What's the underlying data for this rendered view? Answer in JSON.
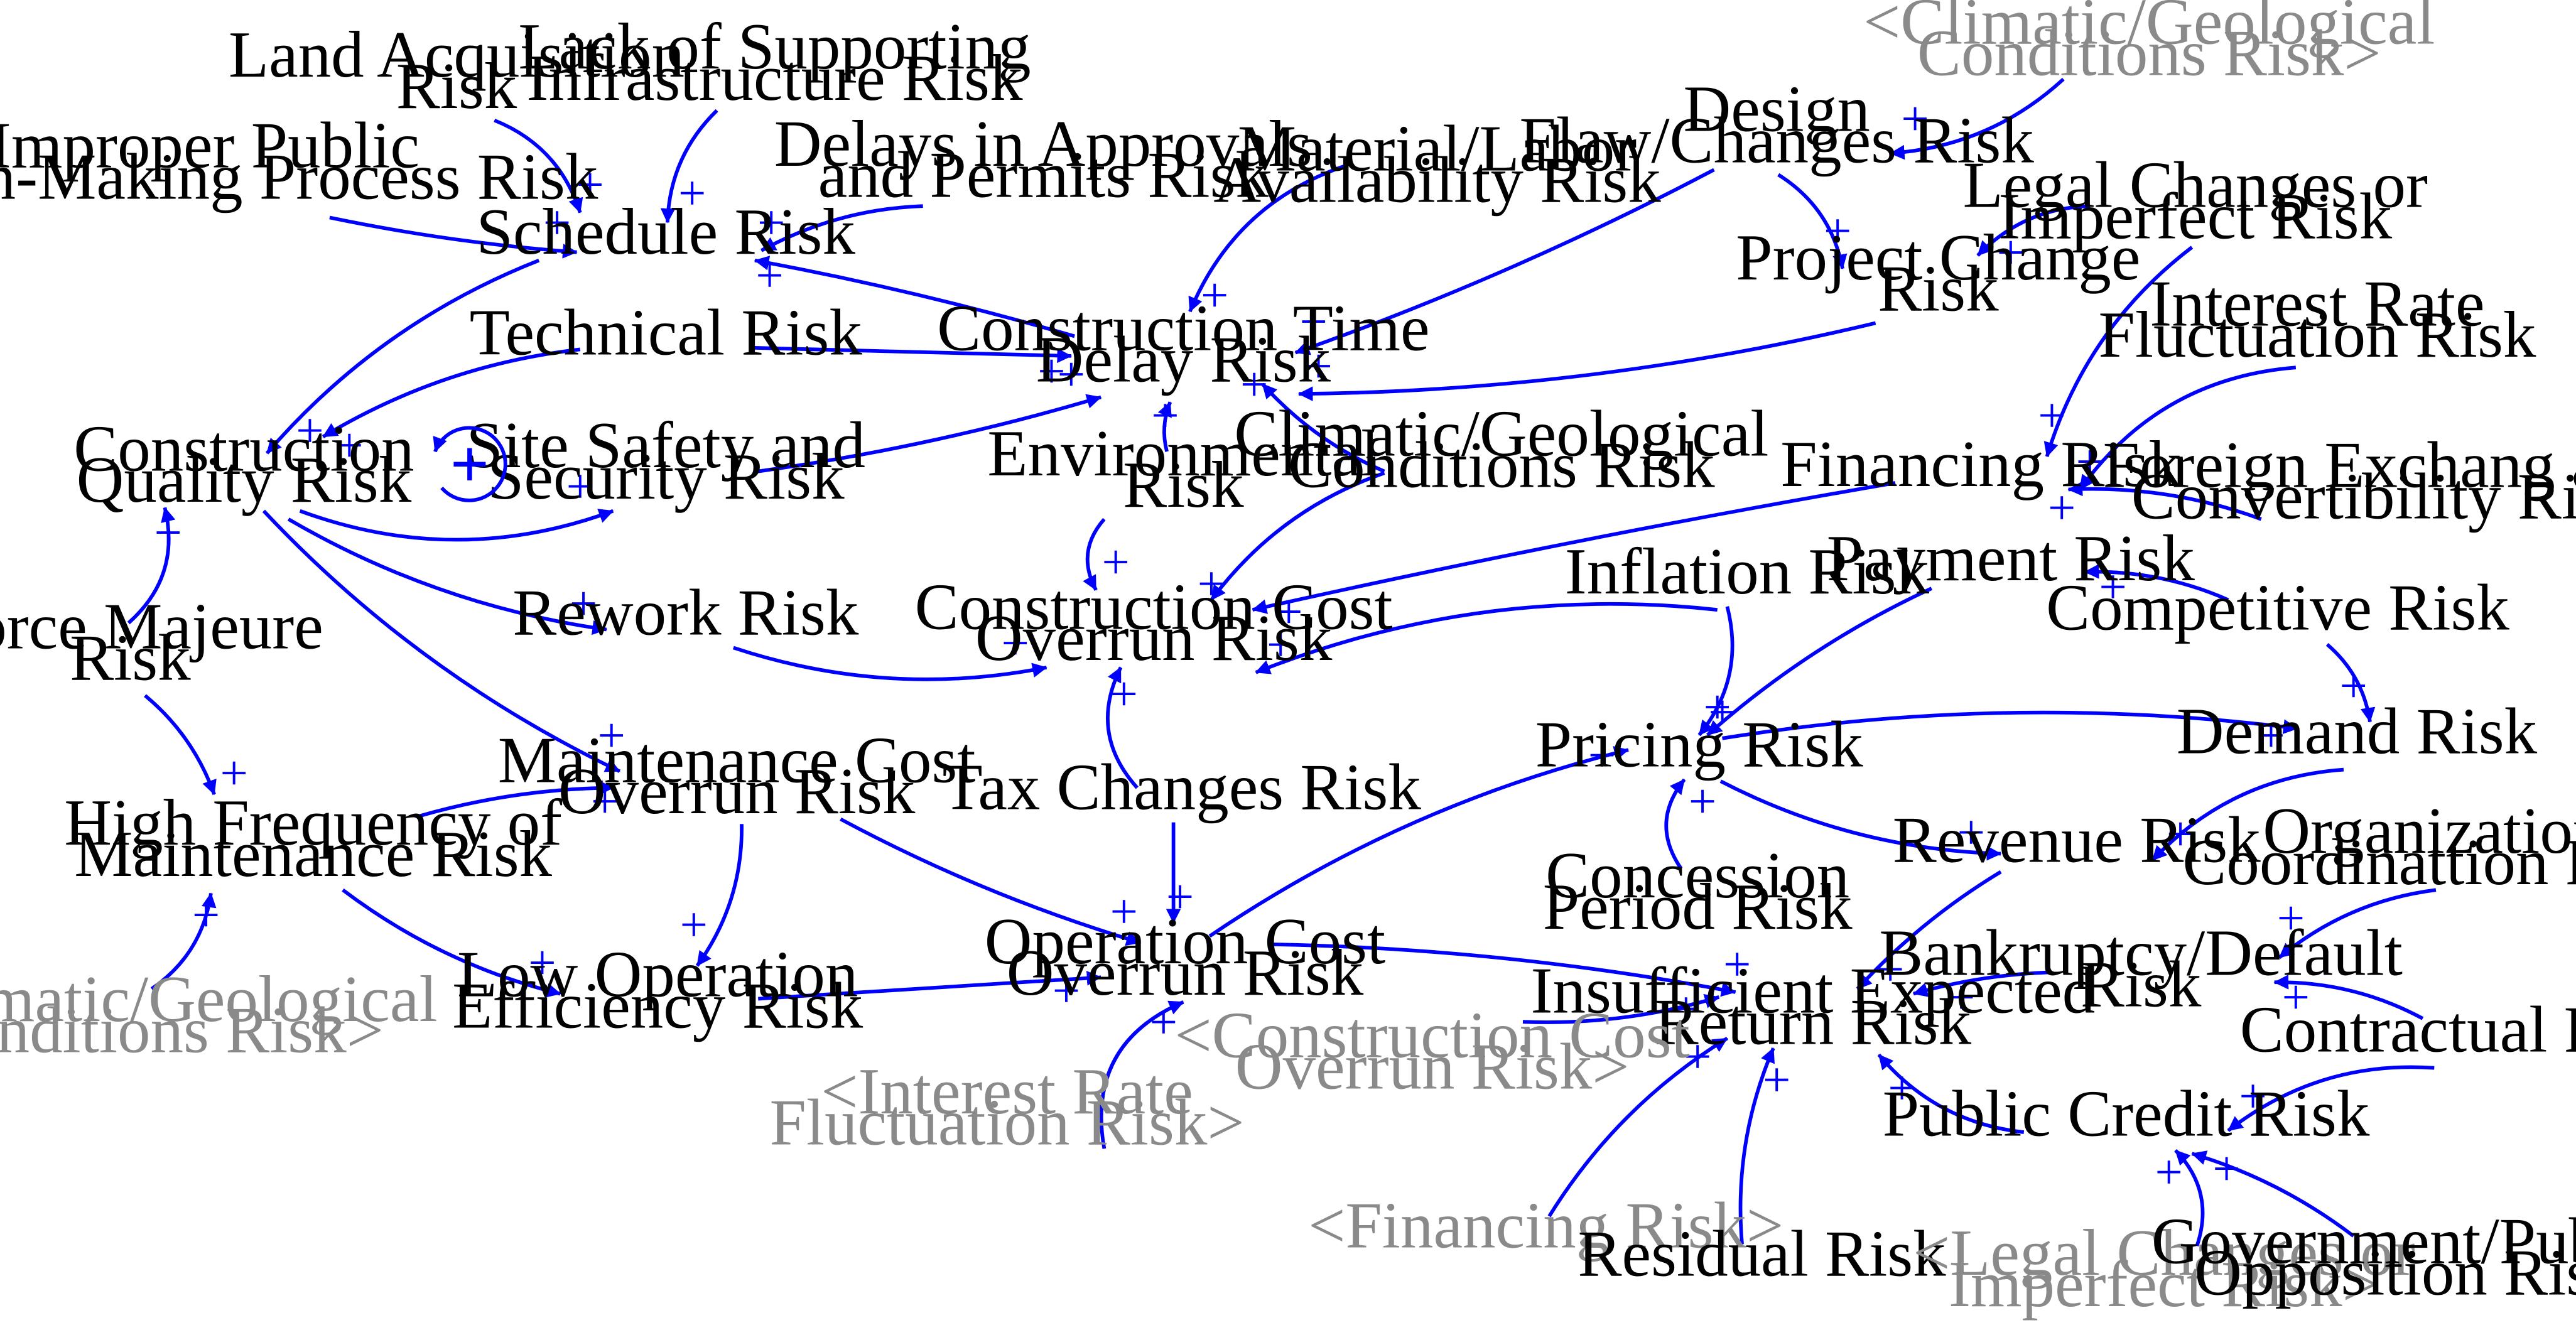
{
  "colors": {
    "arrow": "#0000ff",
    "label": "#000000",
    "shadow_label": "#8a8a8a"
  },
  "loop_symbol": "+",
  "nodes": [
    {
      "id": "land",
      "lines": [
        "Land Acquisition",
        "Risk"
      ]
    },
    {
      "id": "infra",
      "lines": [
        "Lack of Supporting",
        "Infrastructure Risk"
      ]
    },
    {
      "id": "improper",
      "lines": [
        "Improper Public",
        "Dcision-Making Process Risk"
      ]
    },
    {
      "id": "approvals",
      "lines": [
        "Delays in Approvals",
        "and Permits Risk"
      ]
    },
    {
      "id": "schedule",
      "lines": [
        "Schedule Risk"
      ]
    },
    {
      "id": "material",
      "lines": [
        "Material/Labor",
        "Availability Risk"
      ]
    },
    {
      "id": "design",
      "lines": [
        "Design",
        "Flaw/Changes Risk"
      ]
    },
    {
      "id": "g_climatic1",
      "lines": [
        "<Climatic/Geological",
        "Conditions Risk>"
      ],
      "shadow": true
    },
    {
      "id": "legal",
      "lines": [
        "Legal Changes or",
        "Imperfect Risk"
      ]
    },
    {
      "id": "projchange",
      "lines": [
        "Project Change",
        "Risk"
      ]
    },
    {
      "id": "interest",
      "lines": [
        "Interest Rate",
        "Fluctuation Risk"
      ]
    },
    {
      "id": "technical",
      "lines": [
        "Technical Risk"
      ]
    },
    {
      "id": "ctdelay",
      "lines": [
        "Construction Time",
        "Delay Risk"
      ]
    },
    {
      "id": "cquality",
      "lines": [
        "Construction",
        "Quality Risk"
      ]
    },
    {
      "id": "sitesafety",
      "lines": [
        "Site Safety and",
        "Security Risk"
      ]
    },
    {
      "id": "environmental",
      "lines": [
        "Environmental",
        "Risk"
      ]
    },
    {
      "id": "climatic",
      "lines": [
        "Climatic/Geological",
        "Conditions Risk"
      ]
    },
    {
      "id": "financing",
      "lines": [
        "Financing Risk"
      ]
    },
    {
      "id": "foreign",
      "lines": [
        "Foreign Exchang and",
        "Convertibility Risk"
      ]
    },
    {
      "id": "rework",
      "lines": [
        "Rework Risk"
      ]
    },
    {
      "id": "ccoverrun",
      "lines": [
        "Construction Cost",
        "Overrun Risk"
      ]
    },
    {
      "id": "inflation",
      "lines": [
        "Inflation Risk"
      ]
    },
    {
      "id": "payment",
      "lines": [
        "Payment Risk"
      ]
    },
    {
      "id": "competitive",
      "lines": [
        "Competitive Risk"
      ]
    },
    {
      "id": "forcemajeure",
      "lines": [
        "Force Majeure",
        "Risk"
      ]
    },
    {
      "id": "pricing",
      "lines": [
        "Pricing Risk"
      ]
    },
    {
      "id": "demand",
      "lines": [
        "Demand Risk"
      ]
    },
    {
      "id": "maintcost",
      "lines": [
        "Maintenance Cost",
        "Overrun Risk"
      ]
    },
    {
      "id": "taxchanges",
      "lines": [
        "Tax Changes Risk"
      ]
    },
    {
      "id": "highfreq",
      "lines": [
        "High Frequency of",
        "Maintenance Risk"
      ]
    },
    {
      "id": "revenue",
      "lines": [
        "Revenue Risk"
      ]
    },
    {
      "id": "organization",
      "lines": [
        "Organization",
        "Coordinattion Risk"
      ]
    },
    {
      "id": "concession",
      "lines": [
        "Concession",
        "Period Risk"
      ]
    },
    {
      "id": "opcost",
      "lines": [
        "Operation Cost",
        "Overrun Risk"
      ]
    },
    {
      "id": "lowop",
      "lines": [
        "Low Operation",
        "Efficiency Risk"
      ]
    },
    {
      "id": "bankruptcy",
      "lines": [
        "Bankruptcy/Default",
        "Risk"
      ]
    },
    {
      "id": "insufficient",
      "lines": [
        "Insufficient Expected",
        "Return Risk"
      ]
    },
    {
      "id": "g_climatic2",
      "lines": [
        "<Climatic/Geological",
        "Conditions Risk>"
      ],
      "shadow": true
    },
    {
      "id": "contractual",
      "lines": [
        "Contractual Risk"
      ]
    },
    {
      "id": "g_ccoverrun",
      "lines": [
        "<Construction Cost",
        "Overrun Risk>"
      ],
      "shadow": true
    },
    {
      "id": "g_interest",
      "lines": [
        "<Interest Rate",
        "Fluctuation Risk>"
      ],
      "shadow": true
    },
    {
      "id": "publiccredit",
      "lines": [
        "Public Credit Risk"
      ]
    },
    {
      "id": "g_financing",
      "lines": [
        "<Financing Risk>"
      ],
      "shadow": true
    },
    {
      "id": "residual",
      "lines": [
        "Residual Risk"
      ]
    },
    {
      "id": "g_legal",
      "lines": [
        "<Legal Changes or",
        "Imperfect Risk>"
      ],
      "shadow": true
    },
    {
      "id": "government",
      "lines": [
        "Government/Public",
        "Opposition Risk"
      ]
    }
  ],
  "links": [
    {
      "from": "land",
      "to": "schedule",
      "polarity": "+"
    },
    {
      "from": "infra",
      "to": "schedule",
      "polarity": "+"
    },
    {
      "from": "improper",
      "to": "schedule",
      "polarity": "+"
    },
    {
      "from": "approvals",
      "to": "schedule",
      "polarity": "+"
    },
    {
      "from": "ctdelay",
      "to": "schedule",
      "polarity": "+"
    },
    {
      "from": "schedule",
      "to": "cquality",
      "polarity": "+"
    },
    {
      "from": "technical",
      "to": "cquality",
      "polarity": "+"
    },
    {
      "from": "technical",
      "to": "ctdelay",
      "polarity": "+"
    },
    {
      "from": "material",
      "to": "ctdelay",
      "polarity": "+"
    },
    {
      "from": "design",
      "to": "ctdelay",
      "polarity": "+"
    },
    {
      "from": "g_climatic1",
      "to": "design",
      "polarity": "+"
    },
    {
      "from": "design",
      "to": "projchange",
      "polarity": "+"
    },
    {
      "from": "legal",
      "to": "projchange",
      "polarity": "+"
    },
    {
      "from": "projchange",
      "to": "ctdelay",
      "polarity": "+"
    },
    {
      "from": "climatic",
      "to": "ctdelay",
      "polarity": "+"
    },
    {
      "from": "environmental",
      "to": "ctdelay",
      "polarity": "+"
    },
    {
      "from": "sitesafety",
      "to": "ctdelay",
      "polarity": "+"
    },
    {
      "from": "cquality",
      "to": "sitesafety",
      "polarity": "+"
    },
    {
      "from": "legal",
      "to": "financing",
      "polarity": "+"
    },
    {
      "from": "interest",
      "to": "financing",
      "polarity": "+"
    },
    {
      "from": "foreign",
      "to": "financing",
      "polarity": "+"
    },
    {
      "from": "cquality",
      "to": "rework",
      "polarity": "+"
    },
    {
      "from": "rework",
      "to": "ccoverrun",
      "polarity": "+"
    },
    {
      "from": "environmental",
      "to": "ccoverrun",
      "polarity": "+"
    },
    {
      "from": "climatic",
      "to": "ccoverrun",
      "polarity": "+"
    },
    {
      "from": "financing",
      "to": "ccoverrun",
      "polarity": "+"
    },
    {
      "from": "inflation",
      "to": "ccoverrun",
      "polarity": "+"
    },
    {
      "from": "taxchanges",
      "to": "ccoverrun",
      "polarity": "+"
    },
    {
      "from": "forcemajeure",
      "to": "cquality",
      "polarity": "+"
    },
    {
      "from": "forcemajeure",
      "to": "highfreq",
      "polarity": "+"
    },
    {
      "from": "cquality",
      "to": "maintcost",
      "polarity": "+"
    },
    {
      "from": "highfreq",
      "to": "maintcost",
      "polarity": "+"
    },
    {
      "from": "maintcost",
      "to": "lowop",
      "polarity": "+"
    },
    {
      "from": "highfreq",
      "to": "lowop",
      "polarity": "+"
    },
    {
      "from": "g_climatic2",
      "to": "highfreq",
      "polarity": "+"
    },
    {
      "from": "lowop",
      "to": "opcost",
      "polarity": "+"
    },
    {
      "from": "maintcost",
      "to": "opcost",
      "polarity": "+"
    },
    {
      "from": "taxchanges",
      "to": "opcost",
      "polarity": "+"
    },
    {
      "from": "g_interest",
      "to": "opcost",
      "polarity": "+"
    },
    {
      "from": "opcost",
      "to": "pricing",
      "polarity": "+"
    },
    {
      "from": "opcost",
      "to": "insufficient",
      "polarity": "+"
    },
    {
      "from": "inflation",
      "to": "pricing",
      "polarity": "+"
    },
    {
      "from": "payment",
      "to": "pricing",
      "polarity": "+"
    },
    {
      "from": "competitive",
      "to": "payment",
      "polarity": "+"
    },
    {
      "from": "competitive",
      "to": "demand",
      "polarity": "+"
    },
    {
      "from": "pricing",
      "to": "demand",
      "polarity": "+"
    },
    {
      "from": "pricing",
      "to": "revenue",
      "polarity": "+"
    },
    {
      "from": "demand",
      "to": "revenue",
      "polarity": "+"
    },
    {
      "from": "concession",
      "to": "pricing",
      "polarity": "+"
    },
    {
      "from": "revenue",
      "to": "insufficient",
      "polarity": "+"
    },
    {
      "from": "organization",
      "to": "bankruptcy",
      "polarity": "+"
    },
    {
      "from": "contractual",
      "to": "bankruptcy",
      "polarity": "+"
    },
    {
      "from": "bankruptcy",
      "to": "insufficient",
      "polarity": "+"
    },
    {
      "from": "contractual",
      "to": "publiccredit",
      "polarity": "+"
    },
    {
      "from": "publiccredit",
      "to": "insufficient",
      "polarity": "+"
    },
    {
      "from": "g_ccoverrun",
      "to": "insufficient",
      "polarity": "+"
    },
    {
      "from": "g_financing",
      "to": "insufficient",
      "polarity": "+"
    },
    {
      "from": "residual",
      "to": "insufficient",
      "polarity": "+"
    },
    {
      "from": "g_legal",
      "to": "publiccredit",
      "polarity": "+"
    },
    {
      "from": "government",
      "to": "publiccredit",
      "polarity": "+"
    }
  ]
}
